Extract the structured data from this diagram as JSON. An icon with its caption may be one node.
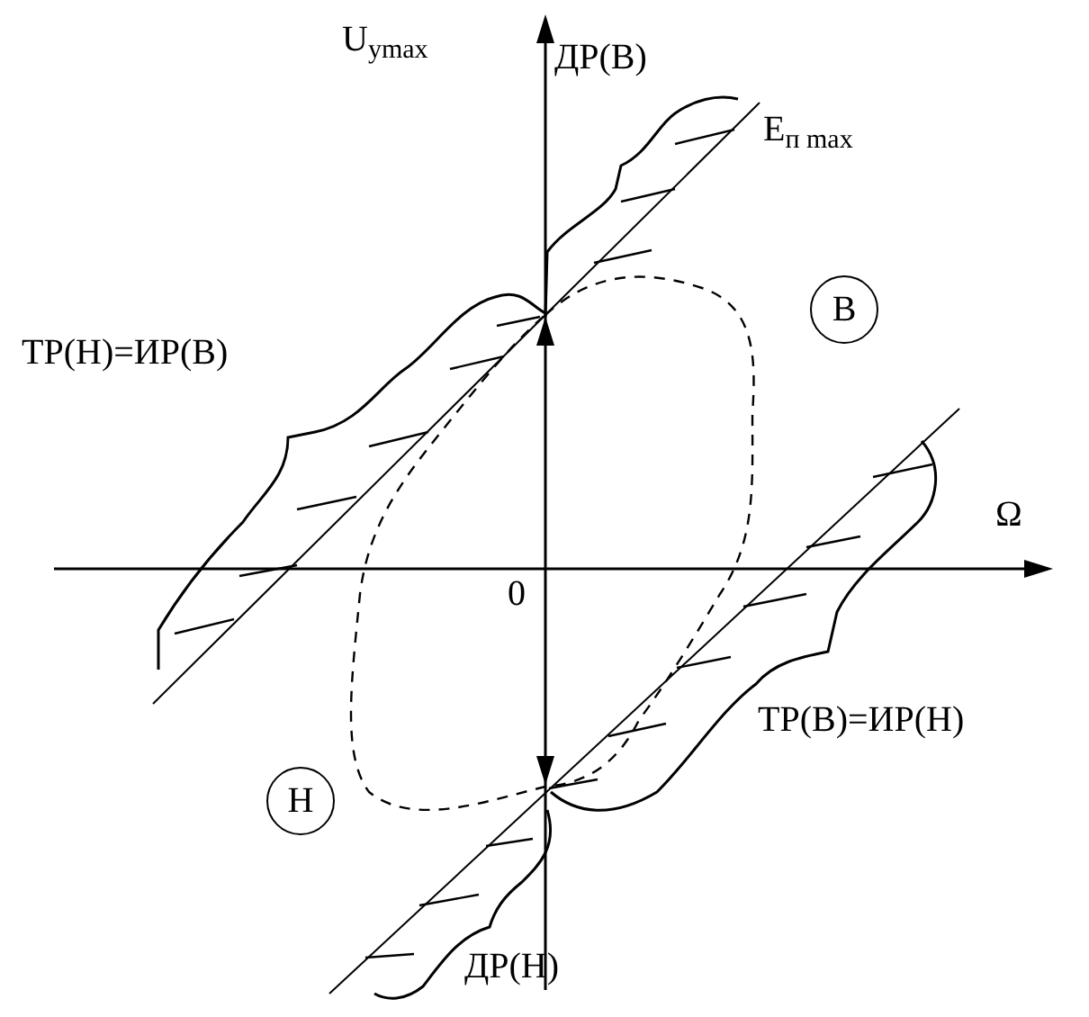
{
  "diagram": {
    "nodes": [
      {
        "text": [
          "В"
        ]
      },
      {
        "text": [
          "Н"
        ]
      }
    ],
    "labels": [
      "U$_{ymax}$",
      "ДР(В)",
      "E$_{п max}$",
      "ТР(Н)=ИР(В)",
      "Ω",
      "0",
      "ТР(В)=ИР(Н)",
      "ДР(Н)"
    ]
  }
}
